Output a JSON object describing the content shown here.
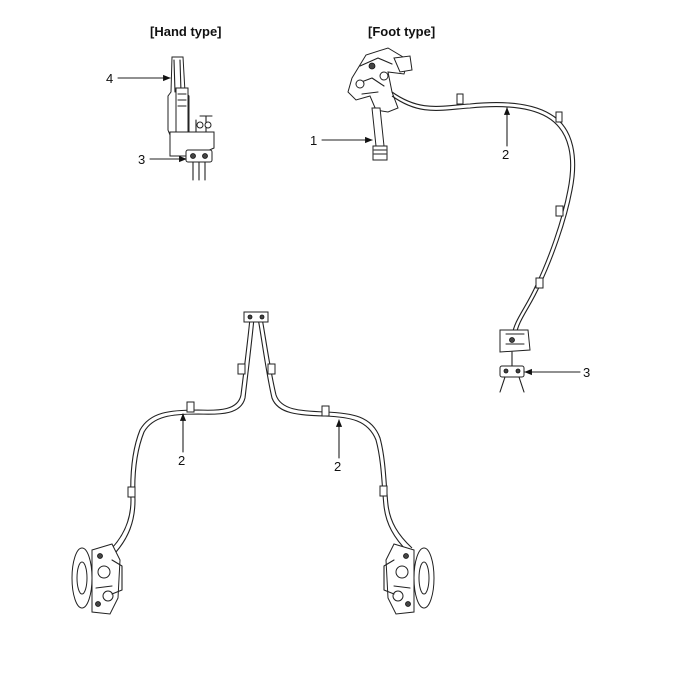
{
  "titles": {
    "hand_type": "[Hand type]",
    "foot_type": "[Foot type]"
  },
  "callouts": {
    "hand_lever": "4",
    "hand_equalizer": "3",
    "foot_pedal": "1",
    "front_cable": "2",
    "foot_equalizer": "3",
    "rear_cable_left": "2",
    "rear_cable_right": "2"
  },
  "colors": {
    "line": "#222222",
    "background": "#ffffff"
  }
}
